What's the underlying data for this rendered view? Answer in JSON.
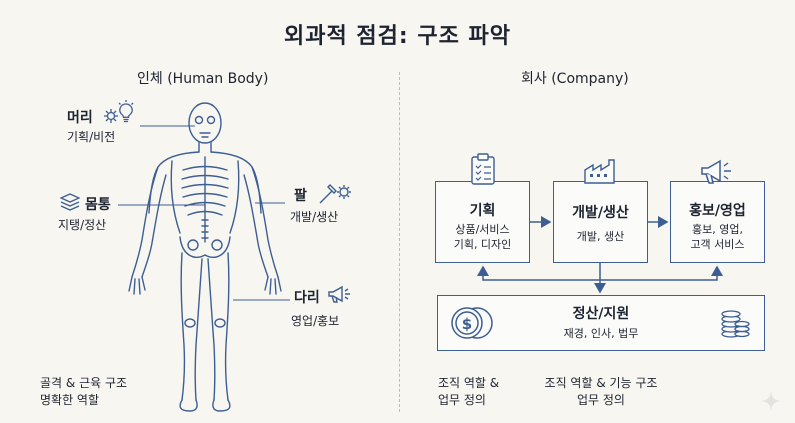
{
  "title": "외과적 점검: 구조 파악",
  "left": {
    "heading": "인체 (Human Body)",
    "labels": {
      "head": {
        "main": "머리",
        "sub": "기획/비전"
      },
      "torso": {
        "main": "몸통",
        "sub": "지탱/정산"
      },
      "arm": {
        "main": "팔",
        "sub": "개발/생산"
      },
      "leg": {
        "main": "다리",
        "sub": "영업/홍보"
      }
    },
    "note": [
      "골격 & 근육 구조",
      "명확한 역할"
    ]
  },
  "right": {
    "heading": "회사 (Company)",
    "boxes": {
      "plan": {
        "title": "기획",
        "sub": [
          "상품/서비스",
          "기획, 디자인"
        ]
      },
      "dev": {
        "title": "개발/생산",
        "sub": [
          "개발, 생산"
        ]
      },
      "pr": {
        "title": "홍보/영업",
        "sub": [
          "홍보, 영업,",
          "고객 서비스"
        ]
      },
      "fin": {
        "title": "정산/지원",
        "sub": [
          "재경, 인사, 법무"
        ]
      }
    },
    "note_left": [
      "조직 역할 &",
      "업무 정의"
    ],
    "note_center": [
      "조직 역할 & 기능 구조",
      "업무 정의"
    ]
  },
  "colors": {
    "line": "#3d5e93",
    "text": "#1d2330",
    "bg": "#f7f6f1"
  },
  "icons": [
    "lightbulb-icon",
    "gear-icon",
    "layers-icon",
    "tools-icon",
    "megaphone-icon",
    "clipboard-icon",
    "factory-icon",
    "coins-icon",
    "coin-stack-icon"
  ]
}
